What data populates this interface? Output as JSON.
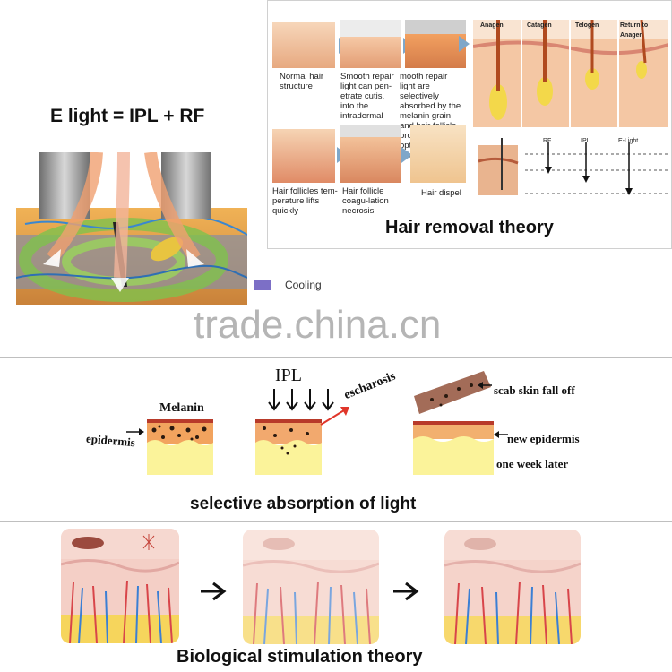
{
  "top_left": {
    "heading": "E light = IPL + RF",
    "cooling_label": "Cooling",
    "colors": {
      "cooling_swatch": "#7c6fc6",
      "pipe": "#9a9a9a",
      "skin": "#e7a24c"
    }
  },
  "hair_removal": {
    "title": "Hair removal theory",
    "steps": [
      {
        "caption": "Normal hair structure"
      },
      {
        "caption": "Smooth repair light can pen-etrate cutis, into the intradermal"
      },
      {
        "caption": "mooth repair light are selectively absorbed by the melanin grain and hair follicle, produce optothermal effect"
      },
      {
        "caption": "Hair follicles tem-perature lifts quickly"
      },
      {
        "caption": "Hair follicle coagu-lation necrosis"
      },
      {
        "caption": "Hair dispel"
      }
    ],
    "cycle_labels": [
      "Anagen",
      "Catagen",
      "Telogen",
      "Return to Anagen"
    ],
    "depth_labels": [
      "RF",
      "IPL",
      "E-Light"
    ]
  },
  "watermark": "trade.china.cn",
  "selective": {
    "title": "selective absorption of light",
    "ipl_label": "IPL",
    "melanin_label": "Melanin",
    "epidermis_label": "epidermis",
    "escharosis_label": "escharosis",
    "scab_label": "scab skin fall off",
    "new_epidermis_label": "new epidermis",
    "week_label": "one week later"
  },
  "bio": {
    "title": "Biological stimulation theory"
  }
}
